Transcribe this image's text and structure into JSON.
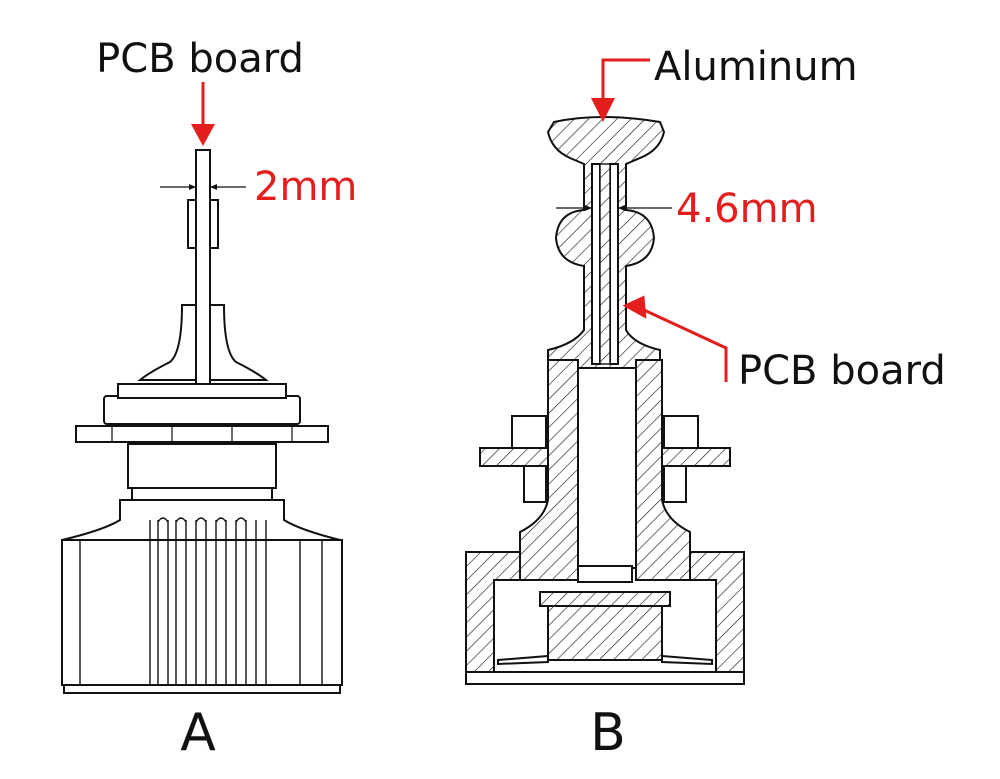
{
  "labels": {
    "a_pcb": "PCB board",
    "a_dim": "2mm",
    "b_top": "Aluminum",
    "b_dim": "4.6mm",
    "b_pcb": "PCB board",
    "a_letter": "A",
    "b_letter": "B"
  },
  "colors": {
    "annotation": "#e41d1d",
    "line": "#111111"
  }
}
